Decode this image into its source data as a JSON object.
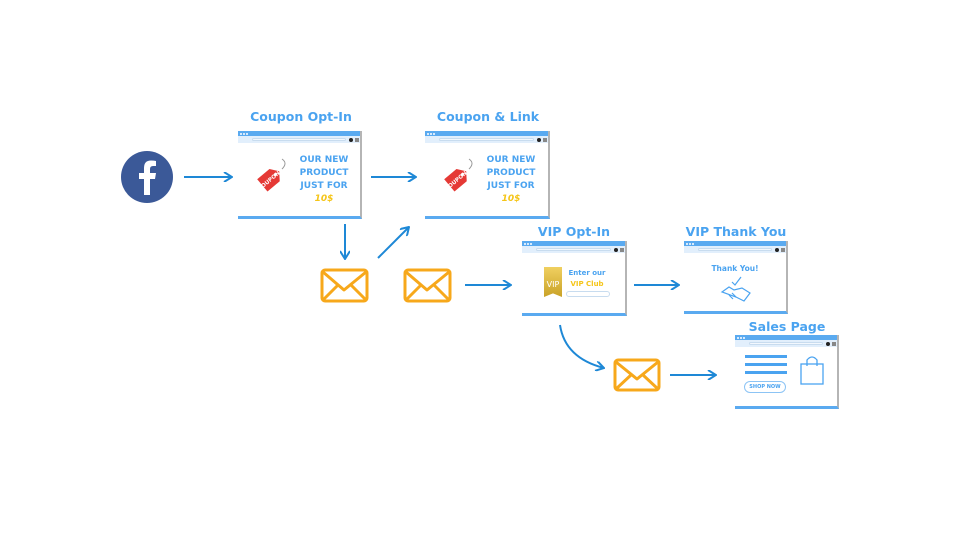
{
  "steps": {
    "coupon_optin": {
      "title": "Coupon Opt-In",
      "lines": [
        "OUR NEW",
        "PRODUCT",
        "JUST FOR"
      ],
      "price": "10$",
      "tag": "COUPON"
    },
    "coupon_link": {
      "title": "Coupon & Link",
      "lines": [
        "OUR NEW",
        "PRODUCT",
        "JUST FOR"
      ],
      "price": "10$",
      "tag": "COUPON"
    },
    "vip_optin": {
      "title": "VIP Opt-In",
      "line1": "Enter our",
      "line2": "VIP Club",
      "badge": "VIP"
    },
    "vip_thankyou": {
      "title": "VIP Thank You",
      "text": "Thank You!"
    },
    "sales_page": {
      "title": "Sales Page",
      "button": "SHOP NOW"
    }
  },
  "colors": {
    "facebook": "#3b5998",
    "accent": "#4aa3f0",
    "arrow": "#1e88d6",
    "email": "#f7a81b",
    "price": "#f5c518"
  },
  "icons": [
    "facebook-icon",
    "arrow-icon",
    "envelope-icon",
    "coupon-tag-icon",
    "vip-badge-icon",
    "handshake-icon",
    "shopping-bag-icon"
  ]
}
